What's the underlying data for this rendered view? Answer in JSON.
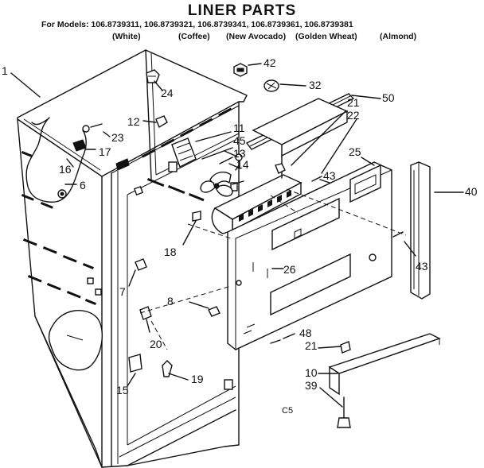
{
  "title": "LINER PARTS",
  "models_line": "For Models: 106.8739311, 106.8739321, 106.8739341, 106.8739361, 106.8739381",
  "finishes": [
    "(White)",
    "(Coffee)",
    "(New Avocado)",
    "(Golden Wheat)",
    "(Almond)"
  ],
  "code": "C5",
  "callouts": [
    "1",
    "42",
    "24",
    "32",
    "50",
    "12",
    "21",
    "22",
    "11",
    "23",
    "45",
    "13",
    "17",
    "14",
    "25",
    "16",
    "6",
    "43",
    "40",
    "18",
    "26",
    "43",
    "7",
    "8",
    "48",
    "20",
    "21",
    "10",
    "39",
    "15",
    "19"
  ]
}
